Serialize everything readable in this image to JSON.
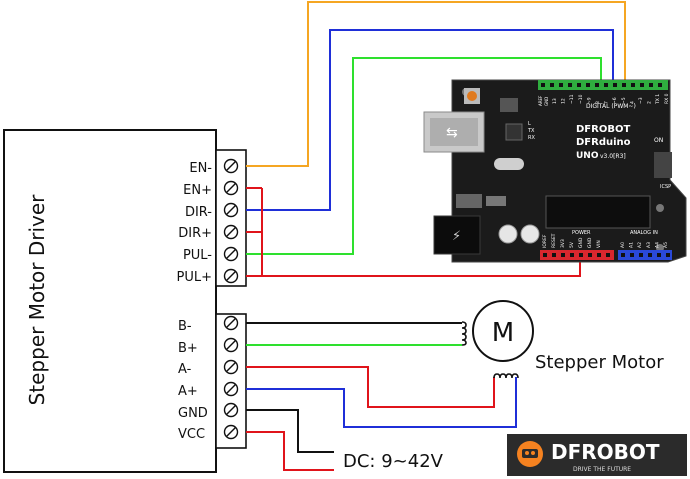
{
  "driver": {
    "title": "Stepper Motor Driver",
    "control_pins": [
      "EN-",
      "EN+",
      "DIR-",
      "DIR+",
      "PUL-",
      "PUL+"
    ],
    "power_pins": [
      "B-",
      "B+",
      "A-",
      "A+",
      "GND",
      "VCC"
    ]
  },
  "motor": {
    "symbol": "M",
    "label": "Stepper Motor"
  },
  "power": {
    "label": "DC: 9~42V"
  },
  "board": {
    "brand": "DFROBOT",
    "name": "DFRduino",
    "model": "UNO",
    "version": "v3.0[R3]",
    "digital_label": "DIGITAL (PWM~)",
    "analog_label": "ANALOG IN",
    "power_label": "POWER",
    "icsp_label": "ICSP",
    "on_label": "ON",
    "tx_label": "TX",
    "rx_label": "RX",
    "l_label": "L",
    "aref_label": "AREF",
    "gnd_label": "GND",
    "digital_pins": [
      "13",
      "12",
      "~11",
      "~10",
      "~9",
      "8",
      "7",
      "~6",
      "~5",
      "4",
      "~3",
      "2",
      "TX 1",
      "RX 0"
    ],
    "power_pins": [
      "IOREF",
      "RESET",
      "3V3",
      "5V",
      "GND",
      "GND",
      "VIN"
    ],
    "analog_pins": [
      "A0",
      "A1",
      "A2",
      "A3",
      "A4",
      "A5"
    ]
  },
  "logo": {
    "brand": "DFROBOT",
    "tagline": "DRIVE THE FUTURE"
  },
  "colors": {
    "wire_en": "#f5a623",
    "wire_dir": "#1f2fd8",
    "wire_pul": "#2ee02e",
    "wire_red": "#e0141b",
    "wire_black": "#111111",
    "board": "#1b1b1b",
    "header_green": "#2fae3f",
    "header_red": "#d9272e",
    "header_blue": "#2a49d8",
    "logo_orange": "#f58220"
  }
}
